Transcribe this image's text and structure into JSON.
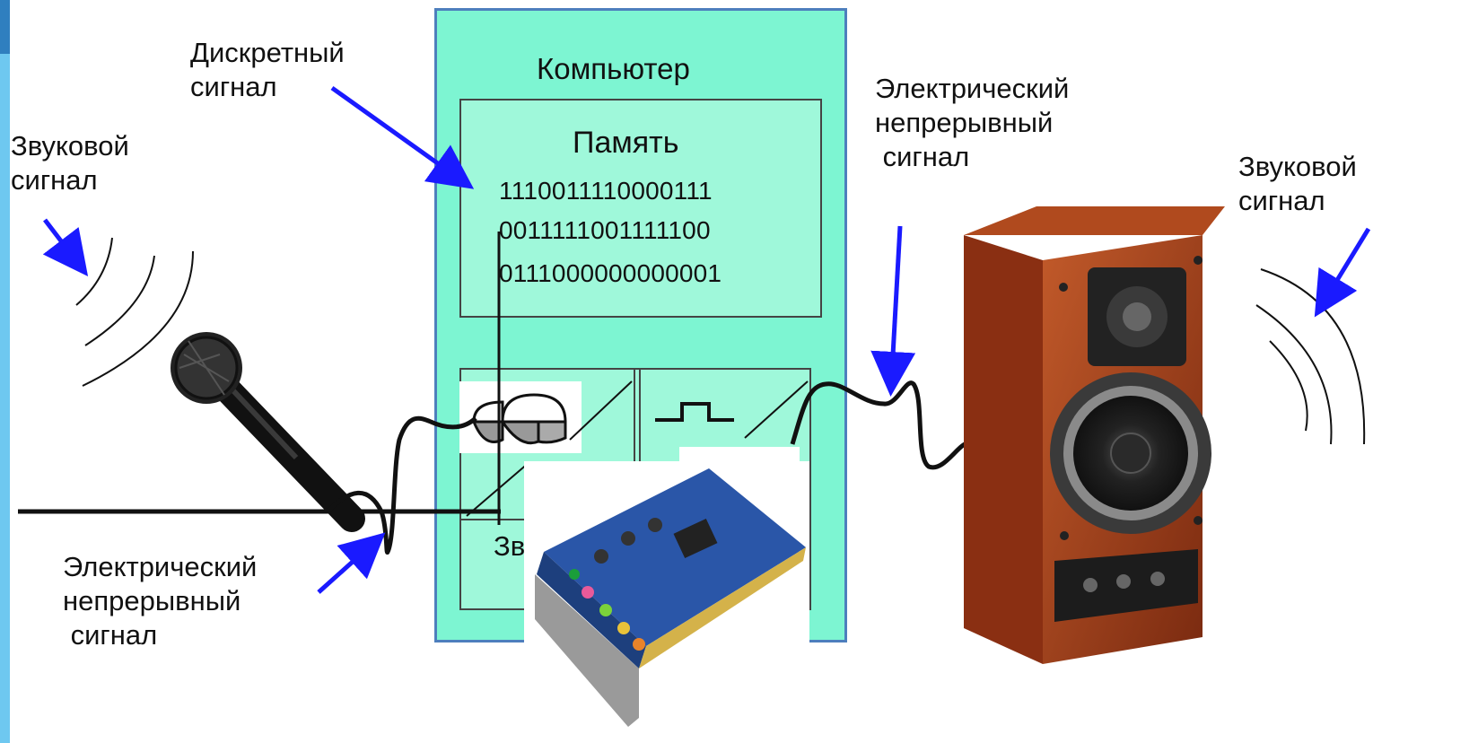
{
  "computer": {
    "title": "Компьютер"
  },
  "memory": {
    "title": "Память",
    "bits": [
      "1110011110000111",
      "0011111001111100",
      "0111000000000001"
    ]
  },
  "labels": {
    "discrete_signal": "Дискретный\nсигнал",
    "sound_signal_left": "Звуковой\nсигнал",
    "sound_signal_right": "Звуковой\nсигнал",
    "electric_signal_top": "Электрический\nнепрерывный\n сигнал",
    "electric_signal_bottom": "Электрический\nнепрерывный\n сигнал",
    "sound_card_partial": "Зв"
  },
  "icons": {
    "microphone": "microphone-icon",
    "speaker": "speaker-icon",
    "sound_card": "sound-card-icon",
    "adc": "analog-to-digital-icon",
    "dac": "digital-to-analog-icon"
  },
  "colors": {
    "computer_fill": "#7df5d2",
    "memory_fill": "#9ff8da",
    "arrow": "#1a1aff",
    "speaker_wood": "#9a3a1a"
  }
}
